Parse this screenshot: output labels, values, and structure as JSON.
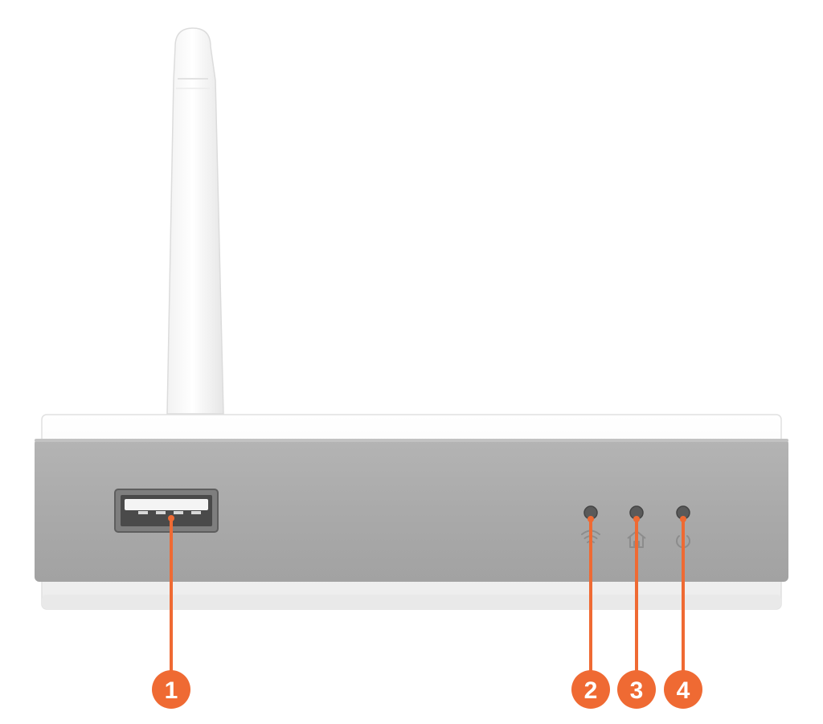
{
  "device": {
    "name": "router-front-panel",
    "colors": {
      "body": "#ffffff",
      "panel": "#a9a9a9",
      "panel_top": "#b3b3b3",
      "led": "#555555",
      "callout": "#ef6a33"
    },
    "antenna": {
      "present": true
    },
    "usb_port": {
      "icon": "usb-port-icon"
    },
    "leds": [
      {
        "id": "wifi",
        "icon": "wifi-icon"
      },
      {
        "id": "internet",
        "icon": "home-icon"
      },
      {
        "id": "power",
        "icon": "power-icon"
      }
    ]
  },
  "callouts": [
    {
      "number": "1",
      "target": "usb_port"
    },
    {
      "number": "2",
      "target": "wifi"
    },
    {
      "number": "3",
      "target": "internet"
    },
    {
      "number": "4",
      "target": "power"
    }
  ]
}
